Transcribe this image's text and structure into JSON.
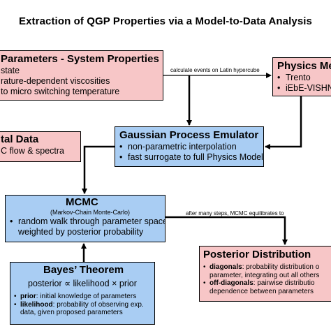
{
  "title": "Extraction of QGP Properties via a Model-to-Data Analysis",
  "model_params": {
    "heading": "Parameters - System Properties",
    "items": [
      "state",
      "rature-dependent viscosities",
      "to micro switching temperature"
    ]
  },
  "physics_model": {
    "heading": "Physics Me",
    "items": [
      "Trento",
      "iEbE-VISHN"
    ]
  },
  "edge_latin": "calculate events on Latin hypercube",
  "exp_data": {
    "heading": "tal Data",
    "items": [
      "C flow & spectra"
    ]
  },
  "emulator": {
    "heading": "Gaussian Process Emulator",
    "items": [
      "non-parametric interpolation",
      "fast surrogate to full Physics Model"
    ]
  },
  "mcmc": {
    "heading": "MCMC",
    "subtitle": "(Markov-Chain Monte-Carlo)",
    "items": [
      "random walk through parameter space",
      "weighted by posterior probability"
    ]
  },
  "edge_equilibrate": "after many steps, MCMC equilibrates to",
  "bayes": {
    "heading": "Bayes’ Theorem",
    "formula": "posterior ∝ likelihood × prior",
    "prior_term": "prior",
    "prior_text": ": initial knowledge of parameters",
    "likelihood_term": "likelihood",
    "likelihood_text": ": probability of observing exp.",
    "likelihood_text2": "data, given  proposed parameters"
  },
  "posterior": {
    "heading": "Posterior Distribution",
    "diag_term": "diagonals",
    "diag_text": ": probability distribution o",
    "diag_text2": "parameter, integrating out all others",
    "offdiag_term": "off-diagonals",
    "offdiag_text": ": pairwise distributio",
    "offdiag_text2": "dependence between parameters"
  },
  "colors": {
    "pink": "#f7c6c7",
    "blue": "#a9cdf3",
    "stroke": "#000000"
  }
}
